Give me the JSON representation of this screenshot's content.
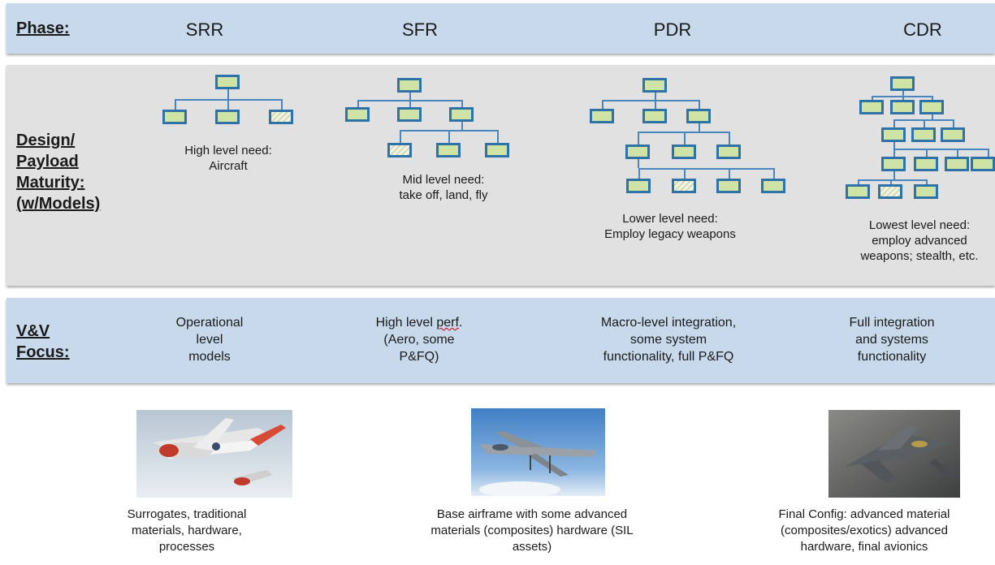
{
  "rows": {
    "phase_label": "Phase:",
    "design_label": [
      "Design/",
      "Payload",
      "Maturity:",
      "(w/Models)"
    ],
    "vv_label": [
      "V&V",
      "Focus:"
    ]
  },
  "phases": [
    "SRR",
    "SFR",
    "PDR",
    "CDR"
  ],
  "needs": [
    [
      "High level need:",
      "Aircraft"
    ],
    [
      "Mid level need:",
      "take off, land, fly"
    ],
    [
      "Lower level need:",
      "Employ legacy weapons"
    ],
    [
      "Lowest level need:",
      "employ advanced",
      "weapons; stealth, etc."
    ]
  ],
  "vv_focus": [
    [
      "Operational",
      "level",
      "models"
    ],
    [
      "High level perf.",
      "(Aero, some",
      "P&FQ)"
    ],
    [
      "Macro-level integration,",
      "some system",
      "functionality, full P&FQ"
    ],
    [
      "Full integration",
      "and systems",
      "functionality"
    ]
  ],
  "captions": [
    [
      "Surrogates, traditional",
      "materials, hardware,",
      "processes"
    ],
    [
      "Base airframe with some advanced",
      "materials (composites) hardware (SIL",
      "assets)"
    ],
    [
      "Final Config:  advanced material",
      "(composites/exotics) advanced",
      "hardware, final avionics"
    ]
  ],
  "colors": {
    "blue_band": "#c8d9ec",
    "gray_band": "#e1e1e1",
    "box_fill": "#cfe3a4",
    "box_border": "#2e72a8"
  }
}
